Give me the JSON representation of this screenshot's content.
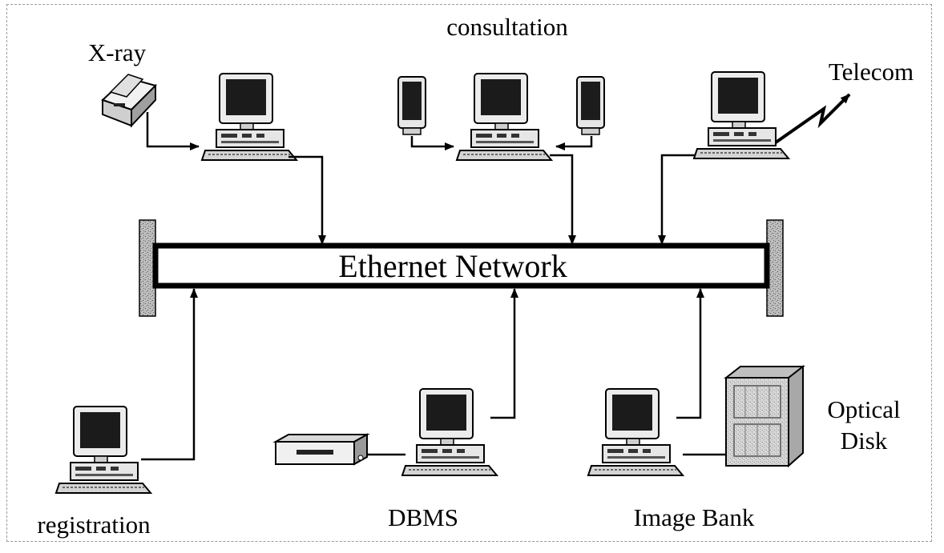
{
  "labels": {
    "xray": "X-ray",
    "consultation": "consultation",
    "telecom": "Telecom",
    "network": "Ethernet Network",
    "registration": "registration",
    "dbms": "DBMS",
    "image_bank": "Image Bank",
    "optical_line1": "Optical",
    "optical_line2": "Disk"
  }
}
